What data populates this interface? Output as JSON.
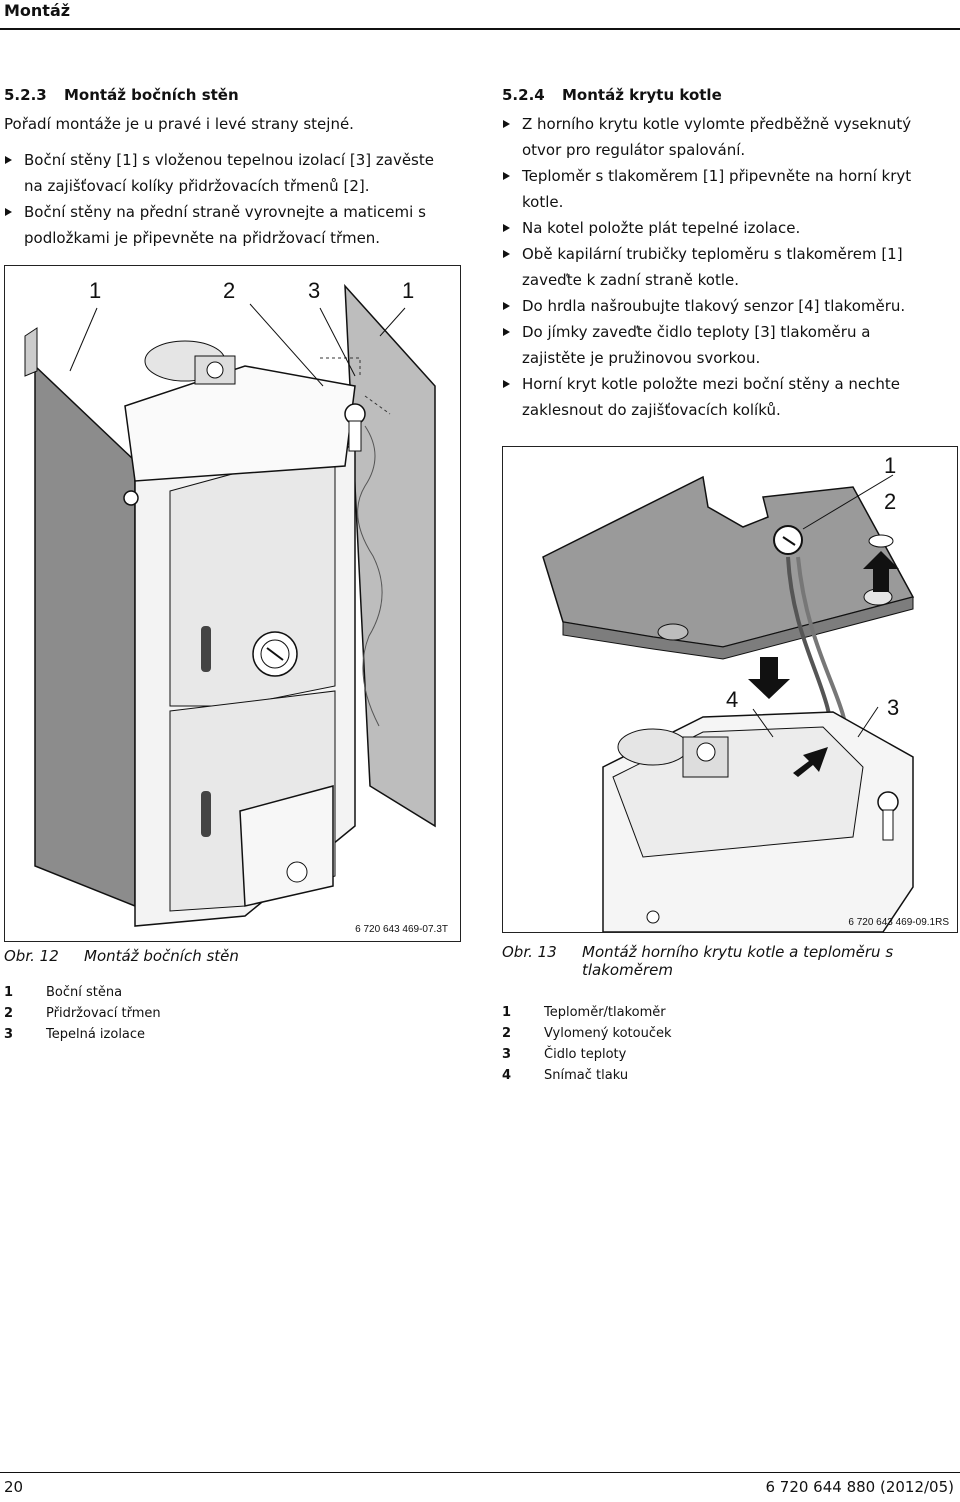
{
  "header": {
    "title": "Montáž"
  },
  "left": {
    "section_number": "5.2.3",
    "section_title": "Montáž bočních stěn",
    "intro": "Pořadí montáže je u pravé i levé strany stejné.",
    "bullets": [
      [
        "Boční stěny [1] s vloženou tepelnou izolací [3] zavěste",
        "na zajišťovací kolíky přidržovacích třmenů [2]."
      ],
      [
        "Boční stěny na přední straně vyrovnejte a maticemi s",
        "podložkami je připevněte na přidržovací třmen."
      ]
    ],
    "figure": {
      "code": "6 720 643 469-07.3T",
      "callouts": [
        "1",
        "2",
        "3",
        "1"
      ]
    },
    "caption_label": "Obr. 12",
    "caption_text": "Montáž bočních stěn",
    "legend": [
      {
        "key": "1",
        "text": "Boční stěna"
      },
      {
        "key": "2",
        "text": "Přidržovací třmen"
      },
      {
        "key": "3",
        "text": "Tepelná izolace"
      }
    ]
  },
  "right": {
    "section_number": "5.2.4",
    "section_title": "Montáž krytu kotle",
    "bullets": [
      [
        "Z horního krytu kotle vylomte předběžně vyseknutý",
        "otvor pro regulátor spalování."
      ],
      [
        "Teploměr s tlakoměrem [1] připevněte na horní kryt",
        "kotle."
      ],
      [
        "Na kotel položte plát tepelné izolace."
      ],
      [
        "Obě kapilární trubičky teploměru s tlakoměrem [1]",
        "zaveďte k zadní straně kotle."
      ],
      [
        "Do hrdla našroubujte tlakový senzor [4] tlakoměru."
      ],
      [
        "Do jímky zaveďte čidlo teploty [3] tlakoměru a",
        "zajistěte je pružinovou svorkou."
      ],
      [
        "Horní kryt kotle položte mezi boční stěny a nechte",
        "zaklesnout do zajišťovacích kolíků."
      ]
    ],
    "figure": {
      "code": "6 720 643 469-09.1RS",
      "callouts": [
        "1",
        "2",
        "4",
        "3"
      ]
    },
    "caption_label": "Obr. 13",
    "caption_text_1": "Montáž horního krytu kotle a teploměru s",
    "caption_text_2": "tlakoměrem",
    "legend": [
      {
        "key": "1",
        "text": "Teploměr/tlakoměr"
      },
      {
        "key": "2",
        "text": "Vylomený kotouček"
      },
      {
        "key": "3",
        "text": "Čidlo teploty"
      },
      {
        "key": "4",
        "text": "Snímač tlaku"
      }
    ]
  },
  "footer": {
    "page": "20",
    "doc_code": "6 720 644 880 (2012/05)"
  }
}
